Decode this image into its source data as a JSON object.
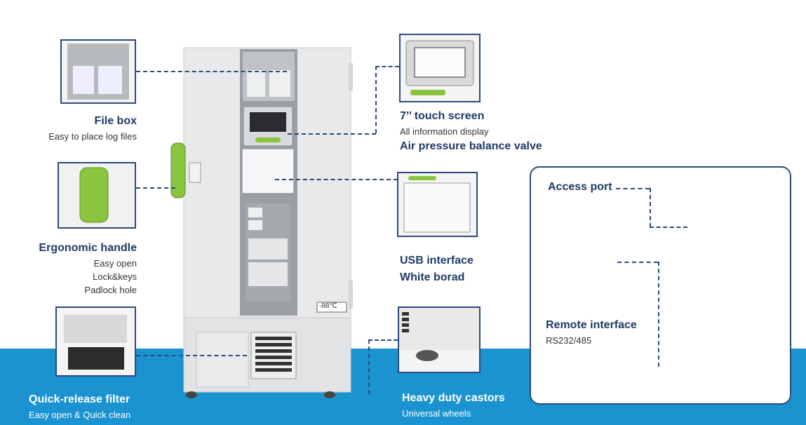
{
  "features": {
    "file_box": {
      "title": "File box",
      "desc": "Easy to place log files"
    },
    "touch_screen": {
      "title": "7’’ touch screen",
      "desc": "All information display"
    },
    "air_valve": {
      "title": "Air pressure balance valve"
    },
    "handle": {
      "title": "Ergonomic handle",
      "lines": [
        "Easy open",
        "Lock&keys",
        "Padlock hole"
      ]
    },
    "usb": {
      "title": "USB interface"
    },
    "white_board": {
      "title": "White borad"
    },
    "filter": {
      "title": "Quick-release filter",
      "desc": "Easy open & Quick clean"
    },
    "castors": {
      "title": "Heavy duty castors",
      "desc": "Universal wheels"
    },
    "access_port": {
      "title": "Access port"
    },
    "remote": {
      "title": "Remote interface",
      "desc": "RS232/485"
    },
    "power": {
      "title": "Power on/off"
    }
  },
  "device": {
    "temp_label": "-88℃"
  },
  "colors": {
    "accent_blue": "#1b93d1",
    "navy": "#1f3a68",
    "handle_green": "#8bc53f",
    "cabinet": "#e8e9eb"
  }
}
